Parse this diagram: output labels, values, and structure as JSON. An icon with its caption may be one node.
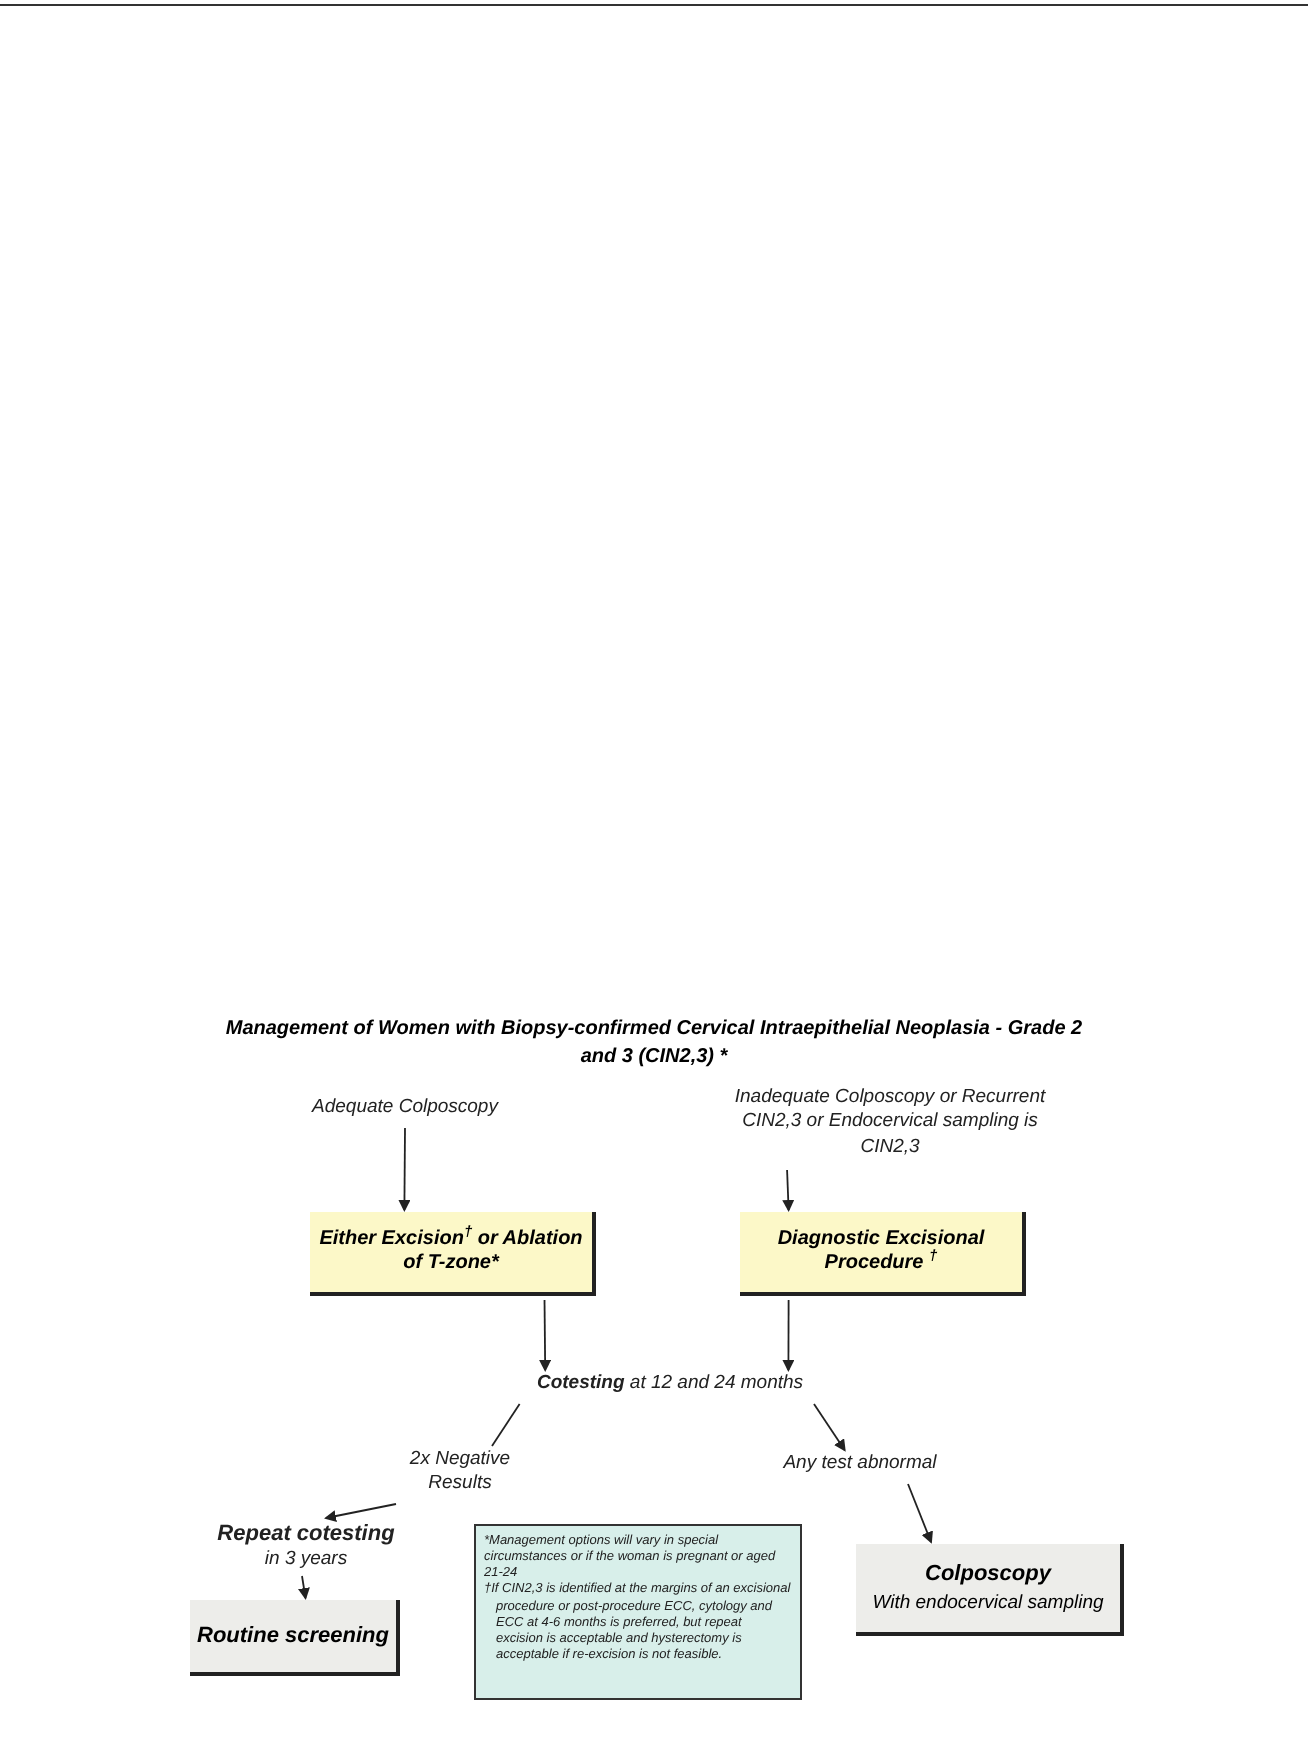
{
  "diagram": {
    "title": "Management of Women with Biopsy-confirmed Cervical Intraepithelial Neoplasia - Grade 2 and 3 (CIN2,3) *",
    "nodes": [
      {
        "text": [
          "Adequate Colposcopy"
        ]
      },
      {
        "text": [
          "Inadequate Colposcopy or Recurrent CIN2,3 or Endocervical sampling is CIN2,3"
        ]
      },
      {
        "text": [
          "Either Excision$^{†}$ or Ablation of T-zone*"
        ]
      },
      {
        "text": [
          "Diagnostic Excisional Procedure $^{†}$"
        ]
      },
      {
        "text": [
          "**Cotesting** at 12 and 24 months"
        ]
      },
      {
        "text": [
          "2x Negative Results"
        ]
      },
      {
        "text": [
          "Any test abnormal"
        ]
      },
      {
        "text": [
          "Repeat cotesting",
          "in 3 years"
        ]
      },
      {
        "text": [
          "Routine screening"
        ]
      },
      {
        "text": [
          "Colposcopy",
          "With endocervical sampling"
        ]
      },
      {
        "text": [
          "*Management options will vary in special circumstances or if the woman is pregnant or aged 21-24",
          "†If CIN2,3 is identified at the margins of an excisional procedure or post-procedure ECC, cytology and ECC at 4-6 months is preferred, but repeat excision is acceptable and hysterectomy is acceptable if re-excision is not feasible."
        ]
      }
    ],
    "edges": [
      {
        "from": 0,
        "to": 2,
        "arrow": "to"
      },
      {
        "from": 1,
        "to": 3,
        "arrow": "to"
      },
      {
        "from": 2,
        "to": 4,
        "arrow": "to"
      },
      {
        "from": 3,
        "to": 4,
        "arrow": "to"
      },
      {
        "from": 4,
        "to": 5,
        "arrow": "none"
      },
      {
        "from": 5,
        "to": 7,
        "arrow": "to"
      },
      {
        "from": 4,
        "to": 6,
        "arrow": "to"
      },
      {
        "from": 6,
        "to": 9,
        "arrow": "to"
      },
      {
        "from": 7,
        "to": 8,
        "arrow": "to"
      }
    ]
  }
}
